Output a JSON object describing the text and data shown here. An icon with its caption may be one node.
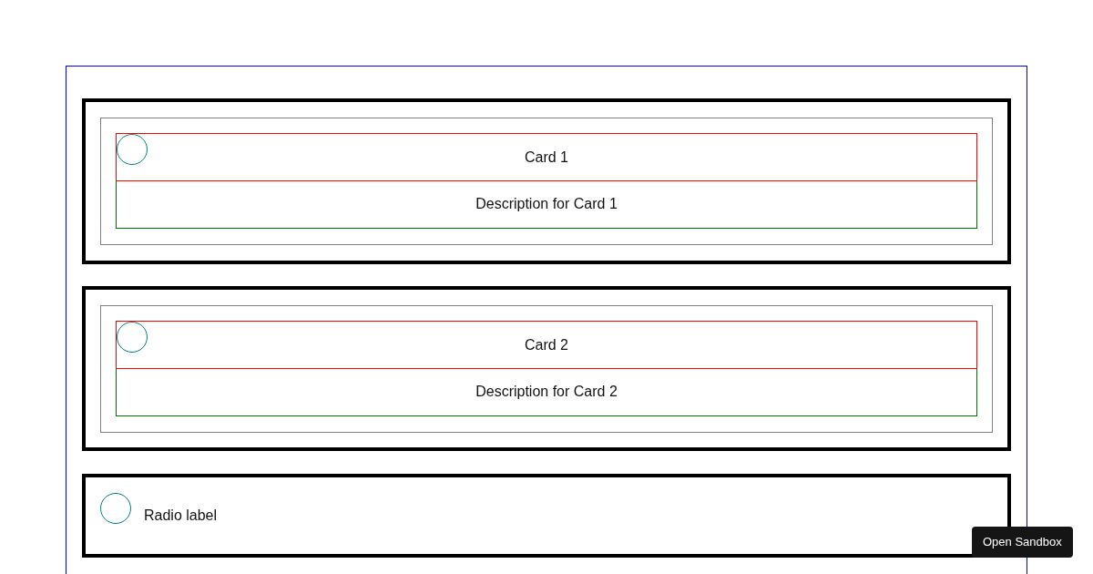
{
  "diagram": {
    "nodes": [
      {
        "text": [],
        "shape": "box"
      },
      {
        "text": [],
        "shape": "box",
        "in": 0
      },
      {
        "text": [],
        "shape": "box",
        "in": 1
      },
      {
        "text": [
          "Card 1"
        ],
        "in": 2
      },
      {
        "text": [],
        "shape": "circle",
        "in": 3
      },
      {
        "text": [
          "Description for Card 1"
        ],
        "in": 2
      },
      {
        "text": [],
        "shape": "box",
        "in": 0
      },
      {
        "text": [],
        "shape": "box",
        "in": 6
      },
      {
        "text": [
          "Card 2"
        ],
        "in": 7
      },
      {
        "text": [],
        "shape": "circle",
        "in": 8
      },
      {
        "text": [
          "Description for Card 2"
        ],
        "in": 7
      },
      {
        "text": [
          "Radio label"
        ],
        "in": 0
      },
      {
        "text": [],
        "shape": "circle",
        "in": 11
      }
    ],
    "labels": [
      "Open Sandbox"
    ]
  }
}
